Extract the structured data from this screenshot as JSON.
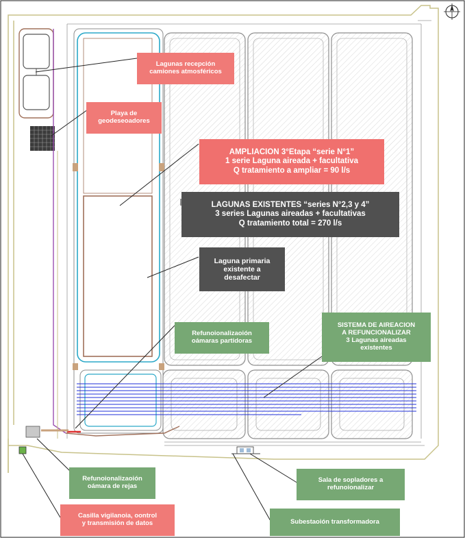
{
  "labels": {
    "lagunas_recepcion": [
      "Lagunas recepción",
      "camiones atmosféricos"
    ],
    "playa_geodeshidratadores": [
      "Playa de",
      "geodeseoadores"
    ],
    "ampliacion": [
      "AMPLIACION 3°Etapa “serie N°1”",
      "1 serie Laguna aireada + facultativa",
      "Q tratamiento a ampliar = 90 l/s"
    ],
    "lagunas_existentes": [
      "LAGUNAS EXISTENTES “series N°2,3 y 4”",
      "3 series Lagunas aireadas + facultativas",
      "Q tratamiento total = 270 l/s"
    ],
    "laguna_primaria": [
      "Laguna primaria",
      "existente a",
      "desafectar"
    ],
    "refuncionalizacion_camaras": [
      "Refunoionalizaoión",
      "oámaras partidoras"
    ],
    "sistema_aireacion": [
      "SISTEMA DE AIREACION",
      "A REFUNCIONALIZAR",
      "3 Lagunas aireadas",
      "existentes"
    ],
    "refuncionalizacion_rejas": [
      "Refunoionalizaoión",
      "oámara de rejas"
    ],
    "casilla_vigilancia": [
      "Casilla vigilanoia, oontrol",
      "y transmisión de datos"
    ],
    "sala_sopladores": [
      "Sala de sopladores a",
      "refunoionalizar"
    ],
    "subestacion": [
      "Subestaoión transformadora"
    ]
  },
  "colors": {
    "label_red": "#f07a77",
    "label_dark": "#515151",
    "label_green": "#77a874",
    "pipes_blue": "#1f2fd8",
    "boundary": "#c8c28a",
    "pond_outline": "#8e8e8e",
    "new_pond_cyan": "#2aa8c8",
    "new_pond_brown": "#a0705a",
    "purple_line": "#9a4fb0"
  },
  "icons": [
    "north-arrow-icon",
    "grate-icon"
  ]
}
